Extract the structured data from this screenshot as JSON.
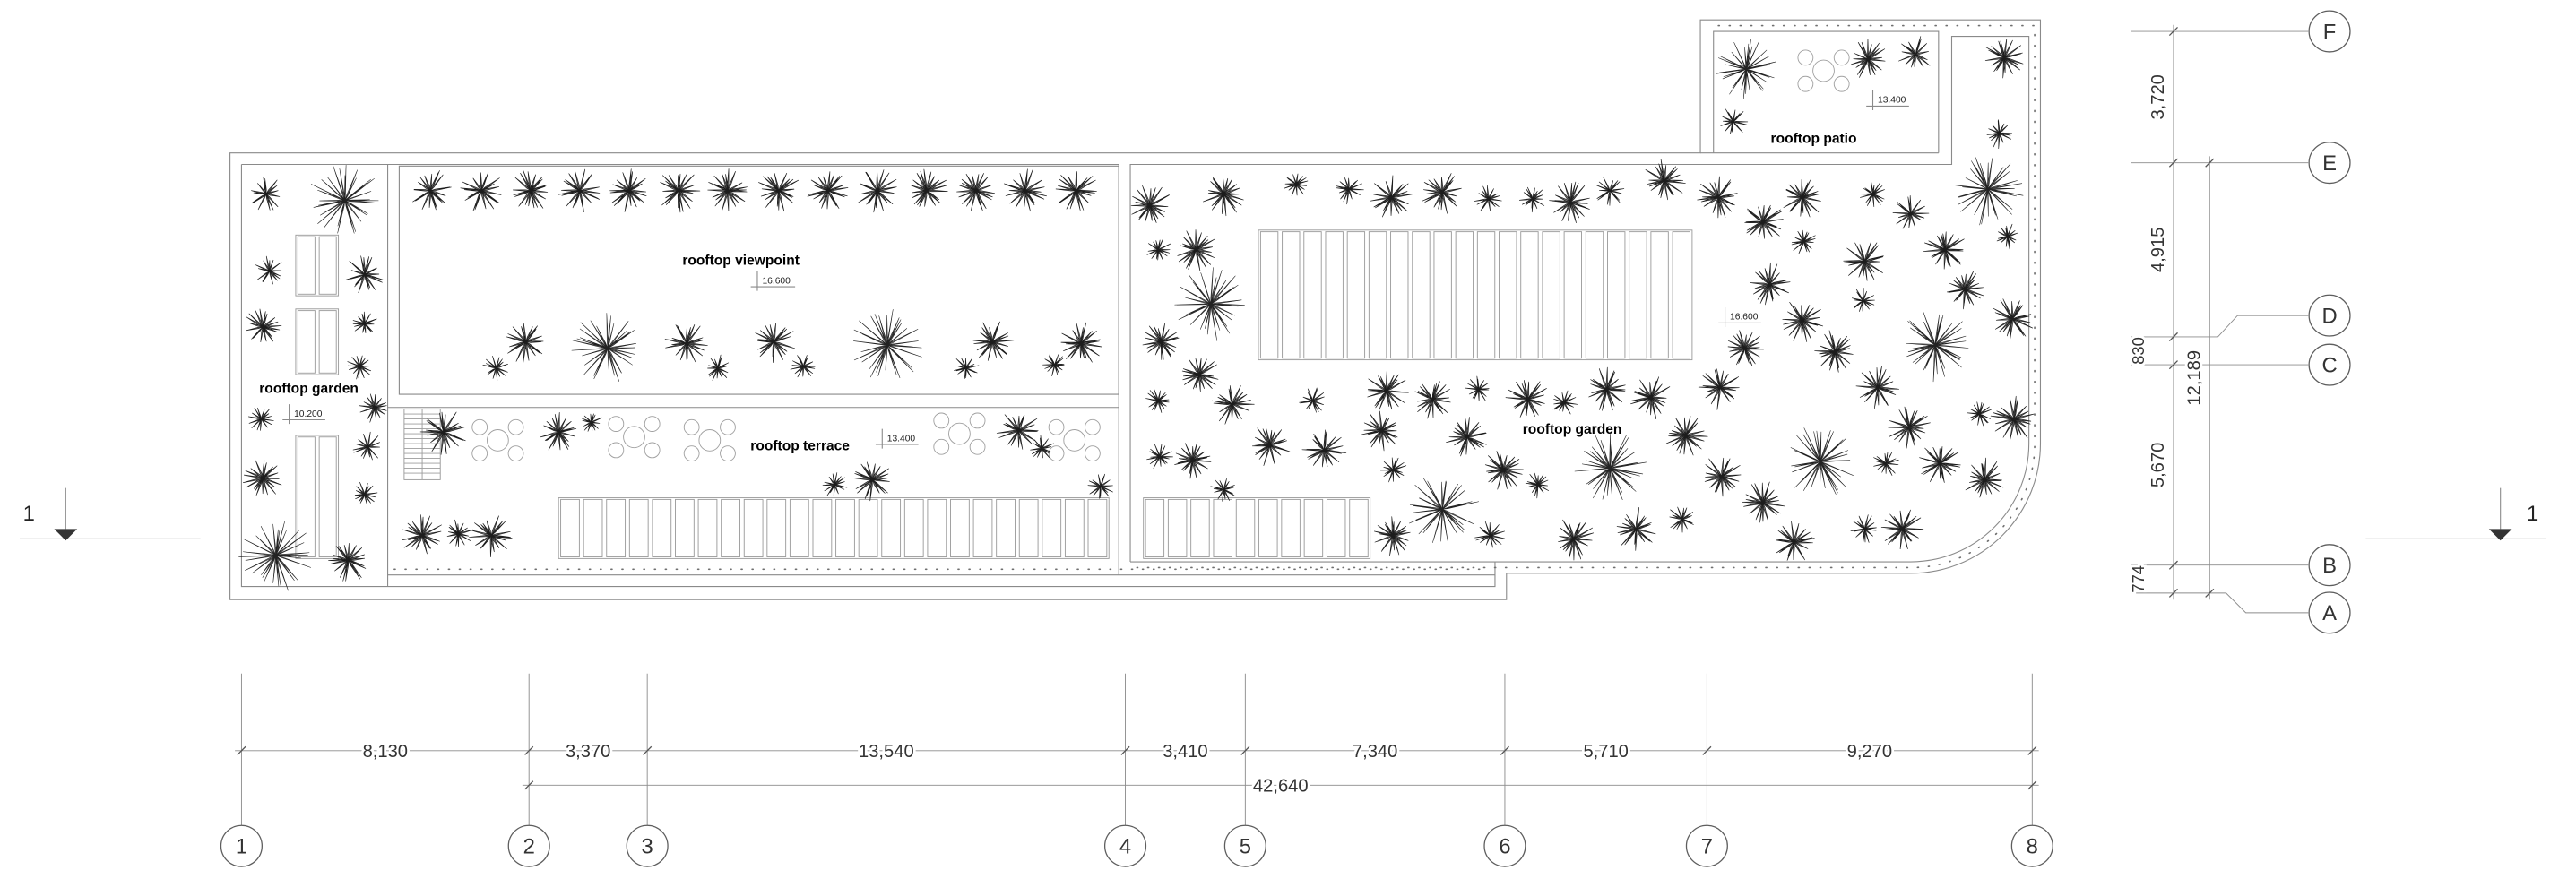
{
  "zones": {
    "viewpoint": {
      "label": "rooftop viewpoint",
      "elevation": "16.600"
    },
    "terrace": {
      "label": "rooftop terrace",
      "elevation": "13.400"
    },
    "garden_west": {
      "label": "rooftop garden",
      "elevation": "10.200"
    },
    "garden_east": {
      "label": "rooftop garden",
      "elevation": "16.600"
    },
    "patio": {
      "label": "rooftop patio",
      "elevation": "13.400"
    }
  },
  "grid": {
    "columns": [
      "1",
      "2",
      "3",
      "4",
      "5",
      "6",
      "7",
      "8"
    ],
    "rows": [
      "A",
      "B",
      "C",
      "D",
      "E",
      "F"
    ]
  },
  "dimensions": {
    "column_spans": [
      "8,130",
      "3,370",
      "13,540",
      "3,410",
      "7,340",
      "5,710",
      "9,270"
    ],
    "column_total": "42,640",
    "row_spans_top_to_bottom": [
      "3,720",
      "4,915",
      "830",
      "5,670",
      "774"
    ],
    "row_total": "12,189"
  },
  "section_marks": {
    "left": "1",
    "right": "1"
  },
  "colors": {
    "linework": "#8a8a8a",
    "plant_fill": "#6e6e6e",
    "label_text": "#000000"
  }
}
